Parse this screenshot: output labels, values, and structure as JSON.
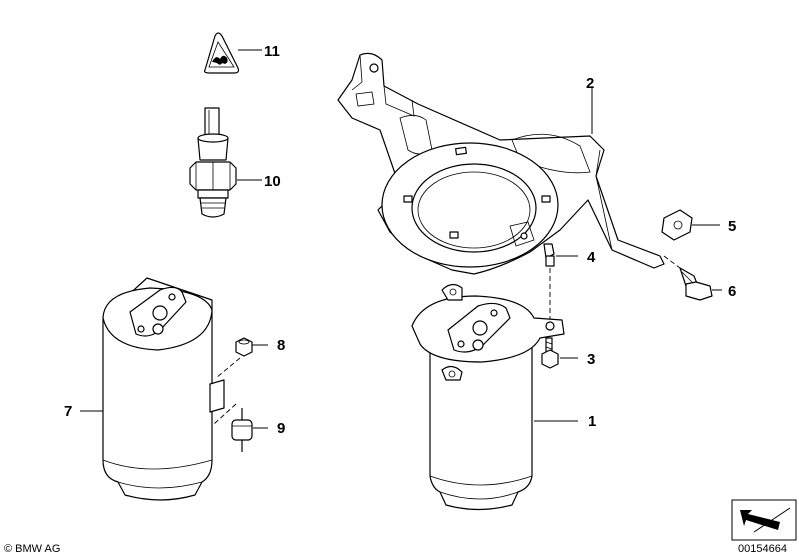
{
  "callouts": [
    {
      "id": "c1",
      "text": "1"
    },
    {
      "id": "c2",
      "text": "2"
    },
    {
      "id": "c3",
      "text": "3"
    },
    {
      "id": "c4",
      "text": "4"
    },
    {
      "id": "c5",
      "text": "5"
    },
    {
      "id": "c6",
      "text": "6"
    },
    {
      "id": "c7",
      "text": "7"
    },
    {
      "id": "c8",
      "text": "8"
    },
    {
      "id": "c9",
      "text": "9"
    },
    {
      "id": "c10",
      "text": "10"
    },
    {
      "id": "c11",
      "text": "11"
    }
  ],
  "footer": {
    "copyright": "© BMW AG",
    "diagram_number": "00154664"
  },
  "icons": {
    "corner": "arrow-frame-icon",
    "warning": "pressure-warning-icon"
  }
}
